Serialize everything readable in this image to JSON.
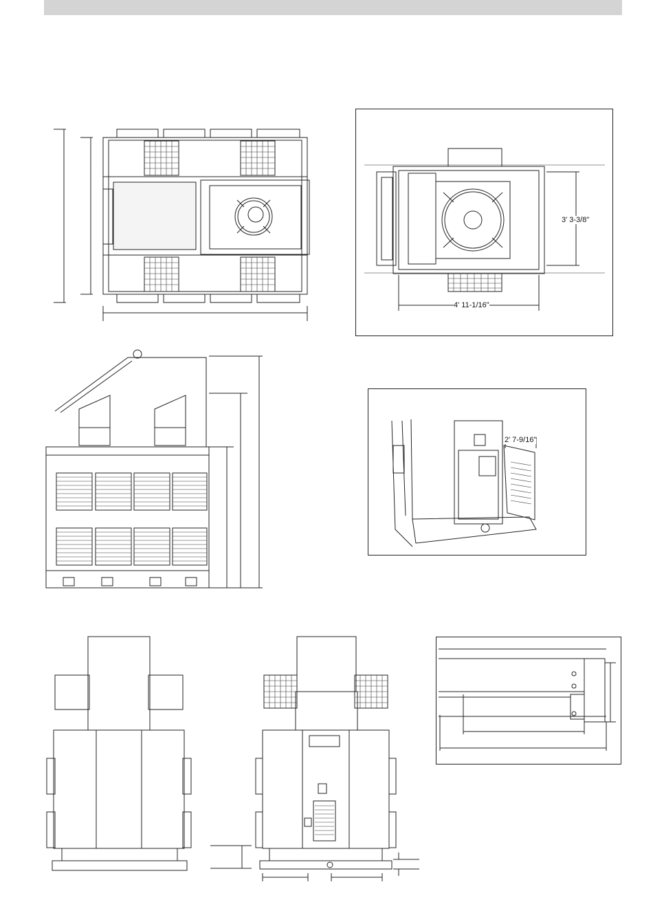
{
  "dimensions": {
    "detail_top_height": "3' 3-3/8\"",
    "detail_top_width": "4' 11-1/16\"",
    "door_clearance": "2' 7-9/16\""
  },
  "colors": {
    "header_bar": "#d4d4d4",
    "line": "#222222",
    "panel_fill": "#f4f4f4"
  }
}
